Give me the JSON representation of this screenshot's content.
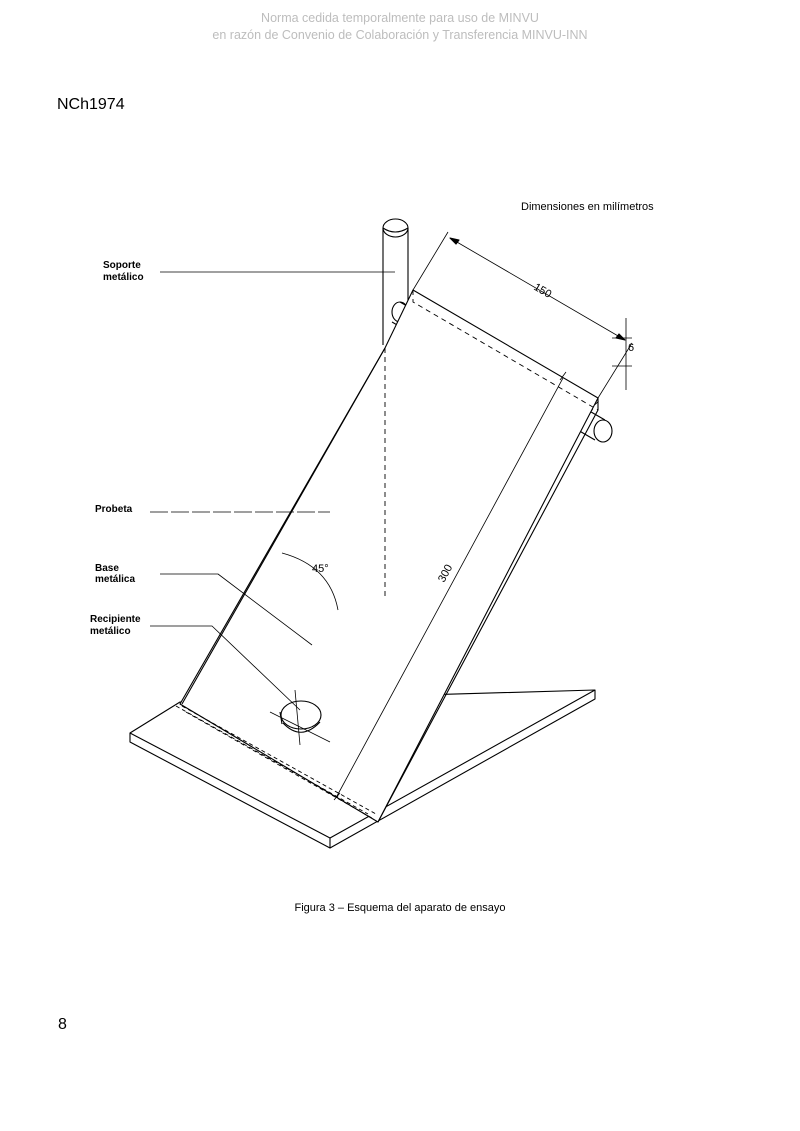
{
  "watermark": {
    "line1": "Norma cedida temporalmente para uso de MINVU",
    "line2": "en razón de Convenio de Colaboración y Transferencia MINVU-INN"
  },
  "header": {
    "doc_code": "NCh1974"
  },
  "figure": {
    "dimensions_note": "Dimensiones en milímetros",
    "labels": {
      "soporte_1": "Soporte",
      "soporte_2": "metálico",
      "probeta": "Probeta",
      "base_1": "Base",
      "base_2": "metálica",
      "recipiente_1": "Recipiente",
      "recipiente_2": "metálico"
    },
    "dimensions": {
      "width": "150",
      "thickness": "6",
      "length": "300",
      "angle": "45°"
    },
    "caption": "Figura 3 – Esquema del aparato de ensayo"
  },
  "footer": {
    "page_number": "8"
  }
}
